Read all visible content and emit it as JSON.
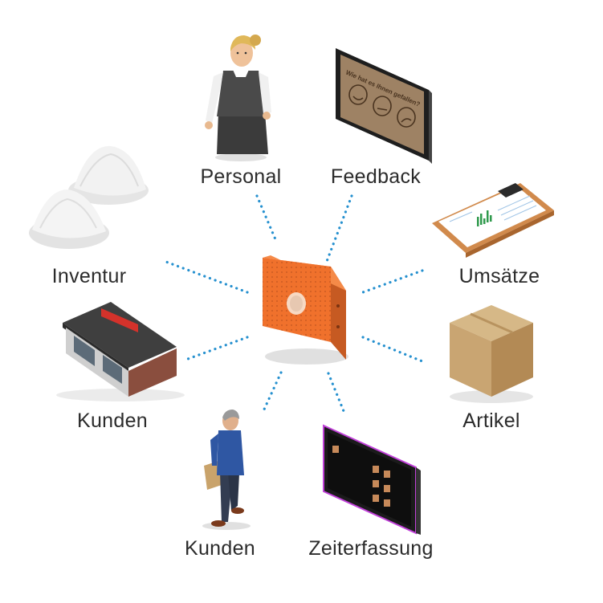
{
  "nodes": {
    "personal": {
      "label": "Personal",
      "icon": "waitress-icon"
    },
    "feedback": {
      "label": "Feedback",
      "icon": "feedback-tablet-icon"
    },
    "umsaetze": {
      "label": "Umsätze",
      "icon": "clipboard-chart-icon"
    },
    "artikel": {
      "label": "Artikel",
      "icon": "cardboard-box-icon"
    },
    "zeiterfassung": {
      "label": "Zeiterfassung",
      "icon": "time-clock-terminal-icon"
    },
    "kunden_person": {
      "label": "Kunden",
      "icon": "shopper-icon"
    },
    "kunden_shop": {
      "label": "Kunden",
      "icon": "shop-building-icon"
    },
    "inventur": {
      "label": "Inventur",
      "icon": "flour-piles-icon"
    }
  },
  "hub": {
    "icon": "central-device-icon",
    "color": "#f0712c"
  },
  "connector_color": "#2590cf",
  "tablet_text": "Wie hat es Ihnen gefallen?"
}
